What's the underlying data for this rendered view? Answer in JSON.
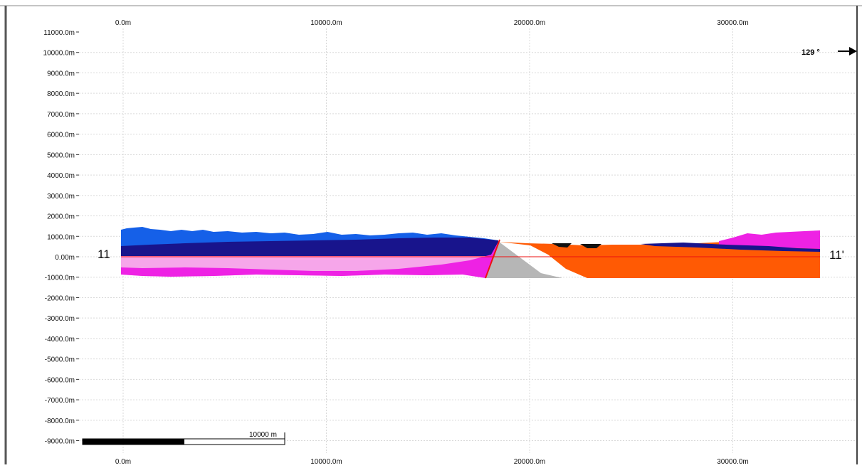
{
  "section": {
    "start_label": "11",
    "end_label": "11'",
    "bearing_label": "129 °",
    "bearing_arrow": "right-arrow"
  },
  "axes": {
    "x_ticks_top": [
      "0.0m",
      "10000.0m",
      "20000.0m",
      "30000.0m"
    ],
    "x_ticks_bottom": [
      "0.0m",
      "10000.0m",
      "20000.0m",
      "30000.0m"
    ],
    "x_tick_values": [
      0,
      10000,
      20000,
      30000
    ],
    "y_ticks": [
      "11000.0m",
      "10000.0m",
      "9000.0m",
      "8000.0m",
      "7000.0m",
      "6000.0m",
      "5000.0m",
      "4000.0m",
      "3000.0m",
      "2000.0m",
      "1000.0m",
      "0.00m",
      "-1000.0m",
      "-2000.0m",
      "-3000.0m",
      "-4000.0m",
      "-5000.0m",
      "-6000.0m",
      "-7000.0m",
      "-8000.0m",
      "-9000.0m"
    ],
    "y_tick_values": [
      11000,
      10000,
      9000,
      8000,
      7000,
      6000,
      5000,
      4000,
      3000,
      2000,
      1000,
      0,
      -1000,
      -2000,
      -3000,
      -4000,
      -5000,
      -6000,
      -7000,
      -8000,
      -9000
    ],
    "grid": true
  },
  "scale_bar": {
    "label": "10000 m"
  },
  "colors": {
    "blue_upper": "#1560e8",
    "navy": "#18148c",
    "pink_light": "#f6a6ea",
    "magenta": "#ee22e4",
    "gray": "#b6b6b6",
    "orange": "#ff5a04",
    "fault_red": "#ee1010",
    "grid": "#d9d9d9"
  }
}
